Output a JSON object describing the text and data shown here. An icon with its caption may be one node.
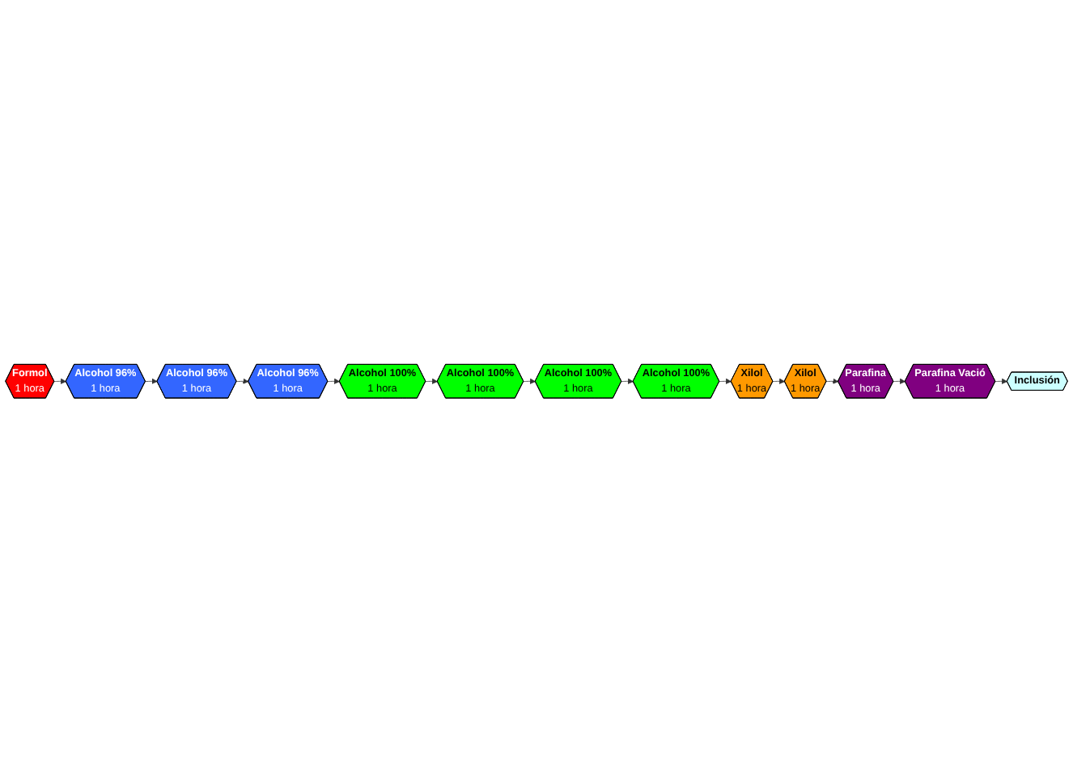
{
  "diagram": {
    "nodes": [
      {
        "text": [
          "Formol",
          "1 hora"
        ]
      },
      {
        "text": [
          "Alcohol 96%",
          "1 hora"
        ]
      },
      {
        "text": [
          "Alcohol 96%",
          "1 hora"
        ]
      },
      {
        "text": [
          "Alcohol 96%",
          "1 hora"
        ]
      },
      {
        "text": [
          "Alcohol 100%",
          "1 hora"
        ]
      },
      {
        "text": [
          "Alcohol 100%",
          "1 hora"
        ]
      },
      {
        "text": [
          "Alcohol 100%",
          "1 hora"
        ]
      },
      {
        "text": [
          "Alcohol 100%",
          "1 hora"
        ]
      },
      {
        "text": [
          "Xilol",
          "1 hora"
        ]
      },
      {
        "text": [
          "Xilol",
          "1 hora"
        ]
      },
      {
        "text": [
          "Parafina",
          "1 hora"
        ]
      },
      {
        "text": [
          "Parafina Vació",
          "1 hora"
        ]
      },
      {
        "text": [
          "Inclusión"
        ]
      }
    ],
    "edges": [
      {
        "from": 0,
        "to": 1,
        "arrow": "to"
      },
      {
        "from": 1,
        "to": 2,
        "arrow": "to"
      },
      {
        "from": 2,
        "to": 3,
        "arrow": "to"
      },
      {
        "from": 3,
        "to": 4,
        "arrow": "to"
      },
      {
        "from": 4,
        "to": 5,
        "arrow": "to"
      },
      {
        "from": 5,
        "to": 6,
        "arrow": "to"
      },
      {
        "from": 6,
        "to": 7,
        "arrow": "to"
      },
      {
        "from": 7,
        "to": 8,
        "arrow": "to"
      },
      {
        "from": 8,
        "to": 9,
        "arrow": "to"
      },
      {
        "from": 9,
        "to": 10,
        "arrow": "to"
      },
      {
        "from": 10,
        "to": 11,
        "arrow": "to"
      },
      {
        "from": 11,
        "to": 12,
        "arrow": "to"
      }
    ]
  }
}
